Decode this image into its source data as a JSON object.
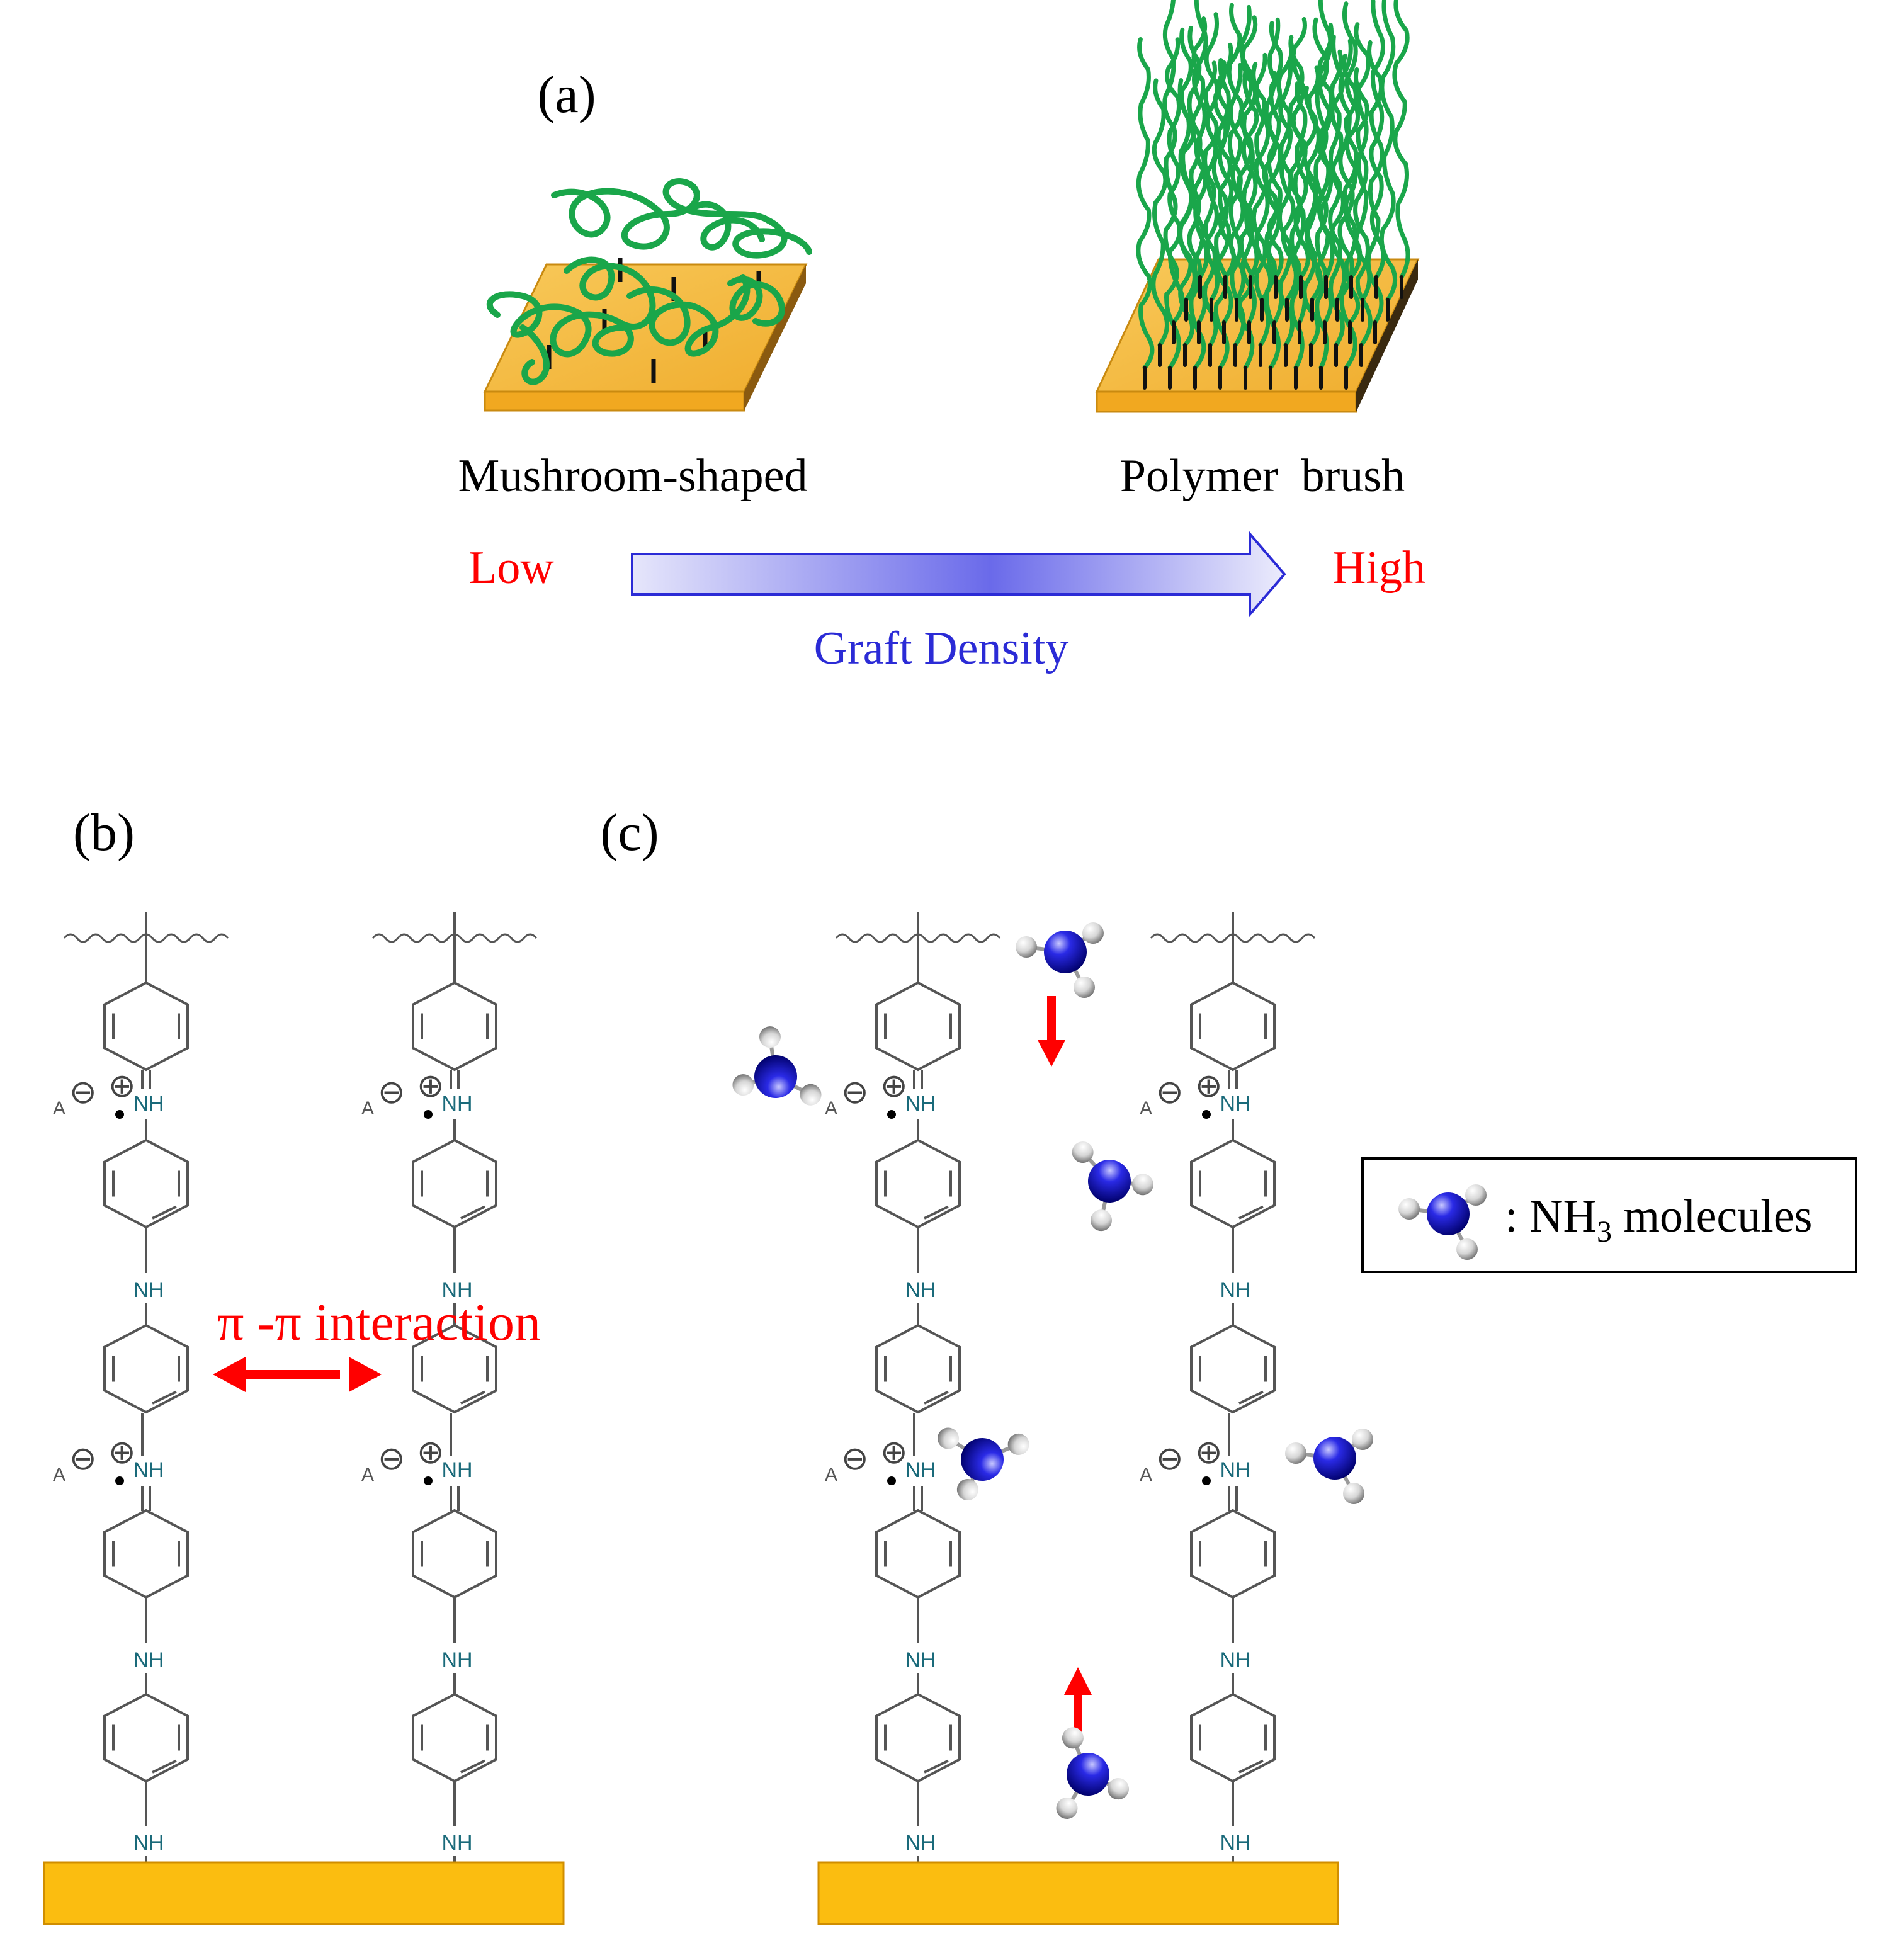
{
  "panel_a": {
    "label": "(a)",
    "left_caption": "Mushroom-shaped",
    "right_caption": "Polymer  brush",
    "low_label": "Low",
    "high_label": "High",
    "axis_label": "Graft Density"
  },
  "panel_b": {
    "label": "(b)",
    "interaction_label": "π -π interaction"
  },
  "panel_c": {
    "label": "(c)"
  },
  "chem": {
    "nh": "NH",
    "anion": "A",
    "minus": "⊖",
    "plus": "⊕"
  },
  "legend": {
    "prefix": ": NH",
    "subscript": "3",
    "suffix": " molecules"
  },
  "colors": {
    "polymer_green": "#1aa64a",
    "substrate_gold": "#fbbd10",
    "accent_red": "#ff0000",
    "arrow_blue": "#2b2bd6",
    "ammonia_blue": "#1010c8"
  }
}
